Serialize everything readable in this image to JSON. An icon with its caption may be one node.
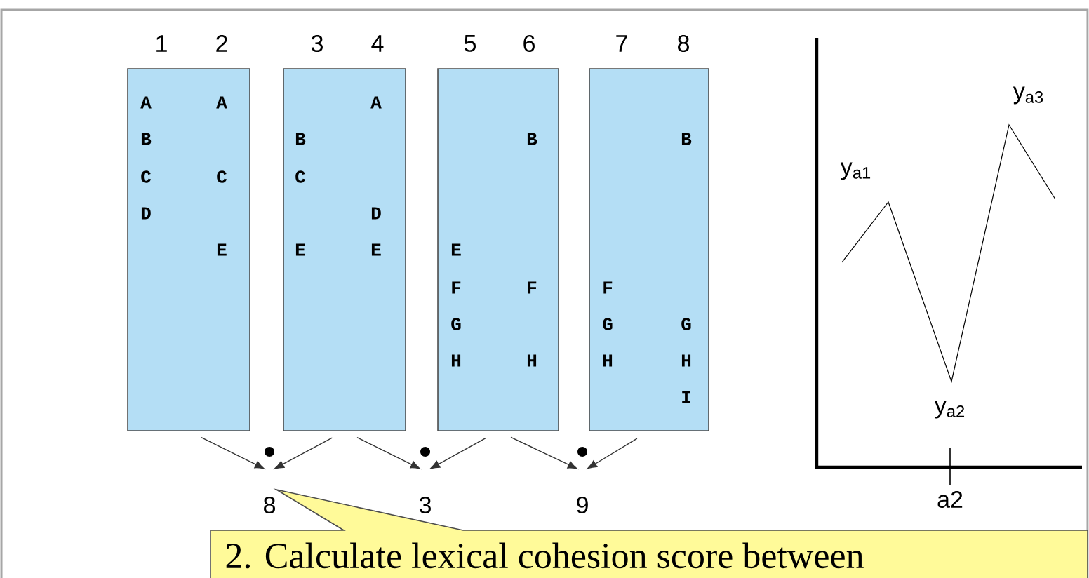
{
  "diagram": {
    "nodes": [
      {
        "text": [
          "A",
          "B",
          "C",
          "D",
          "A",
          "C",
          "E"
        ]
      },
      {
        "text": [
          "B",
          "C",
          "E",
          "A",
          "D",
          "E"
        ]
      },
      {
        "text": [
          "E",
          "F",
          "G",
          "H",
          "B",
          "F",
          "H"
        ]
      },
      {
        "text": [
          "F",
          "G",
          "H",
          "B",
          "G",
          "H",
          "I"
        ]
      },
      {
        "text": [],
        "shape": "circle"
      },
      {
        "text": [],
        "shape": "circle"
      },
      {
        "text": [],
        "shape": "circle"
      },
      {
        "text": [
          "2. Calculate lexical cohesion score between"
        ]
      }
    ],
    "edges": [
      {
        "from": 0,
        "to": 4,
        "arrow": "to"
      },
      {
        "from": 1,
        "to": 4,
        "arrow": "to"
      },
      {
        "from": 1,
        "to": 5,
        "arrow": "to"
      },
      {
        "from": 2,
        "to": 5,
        "arrow": "to"
      },
      {
        "from": 2,
        "to": 6,
        "arrow": "to"
      },
      {
        "from": 3,
        "to": 6,
        "arrow": "to"
      }
    ],
    "labels": [
      "1",
      "2",
      "3",
      "4",
      "5",
      "6",
      "7",
      "8",
      "y$_{a3}$",
      "y$_{a1}$",
      "y$_{a2}$",
      "8",
      "3",
      "9",
      "a2"
    ]
  }
}
